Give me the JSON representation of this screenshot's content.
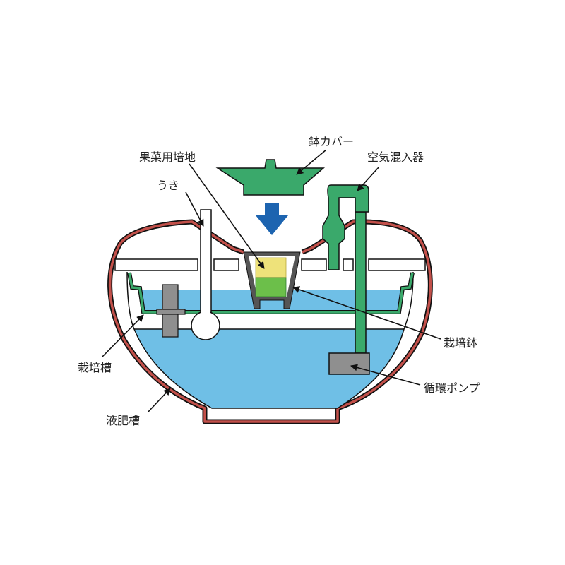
{
  "labels": {
    "pot_cover": "鉢カバー",
    "growing_medium": "果菜用培地",
    "air_mixer": "空気混入器",
    "float": "うき",
    "cultivation_pot": "栽培鉢",
    "circulation_pump": "循環ポンプ",
    "cultivation_tank": "栽培槽",
    "nutrient_tank": "液肥槽"
  },
  "colors": {
    "shell": "#c2504a",
    "green": "#3aa96b",
    "water": "#6fbfe6",
    "arrow": "#1d64b0",
    "gray": "#8f8f8f",
    "medium_yellow": "#eee27a",
    "medium_green": "#6cbf4a"
  }
}
